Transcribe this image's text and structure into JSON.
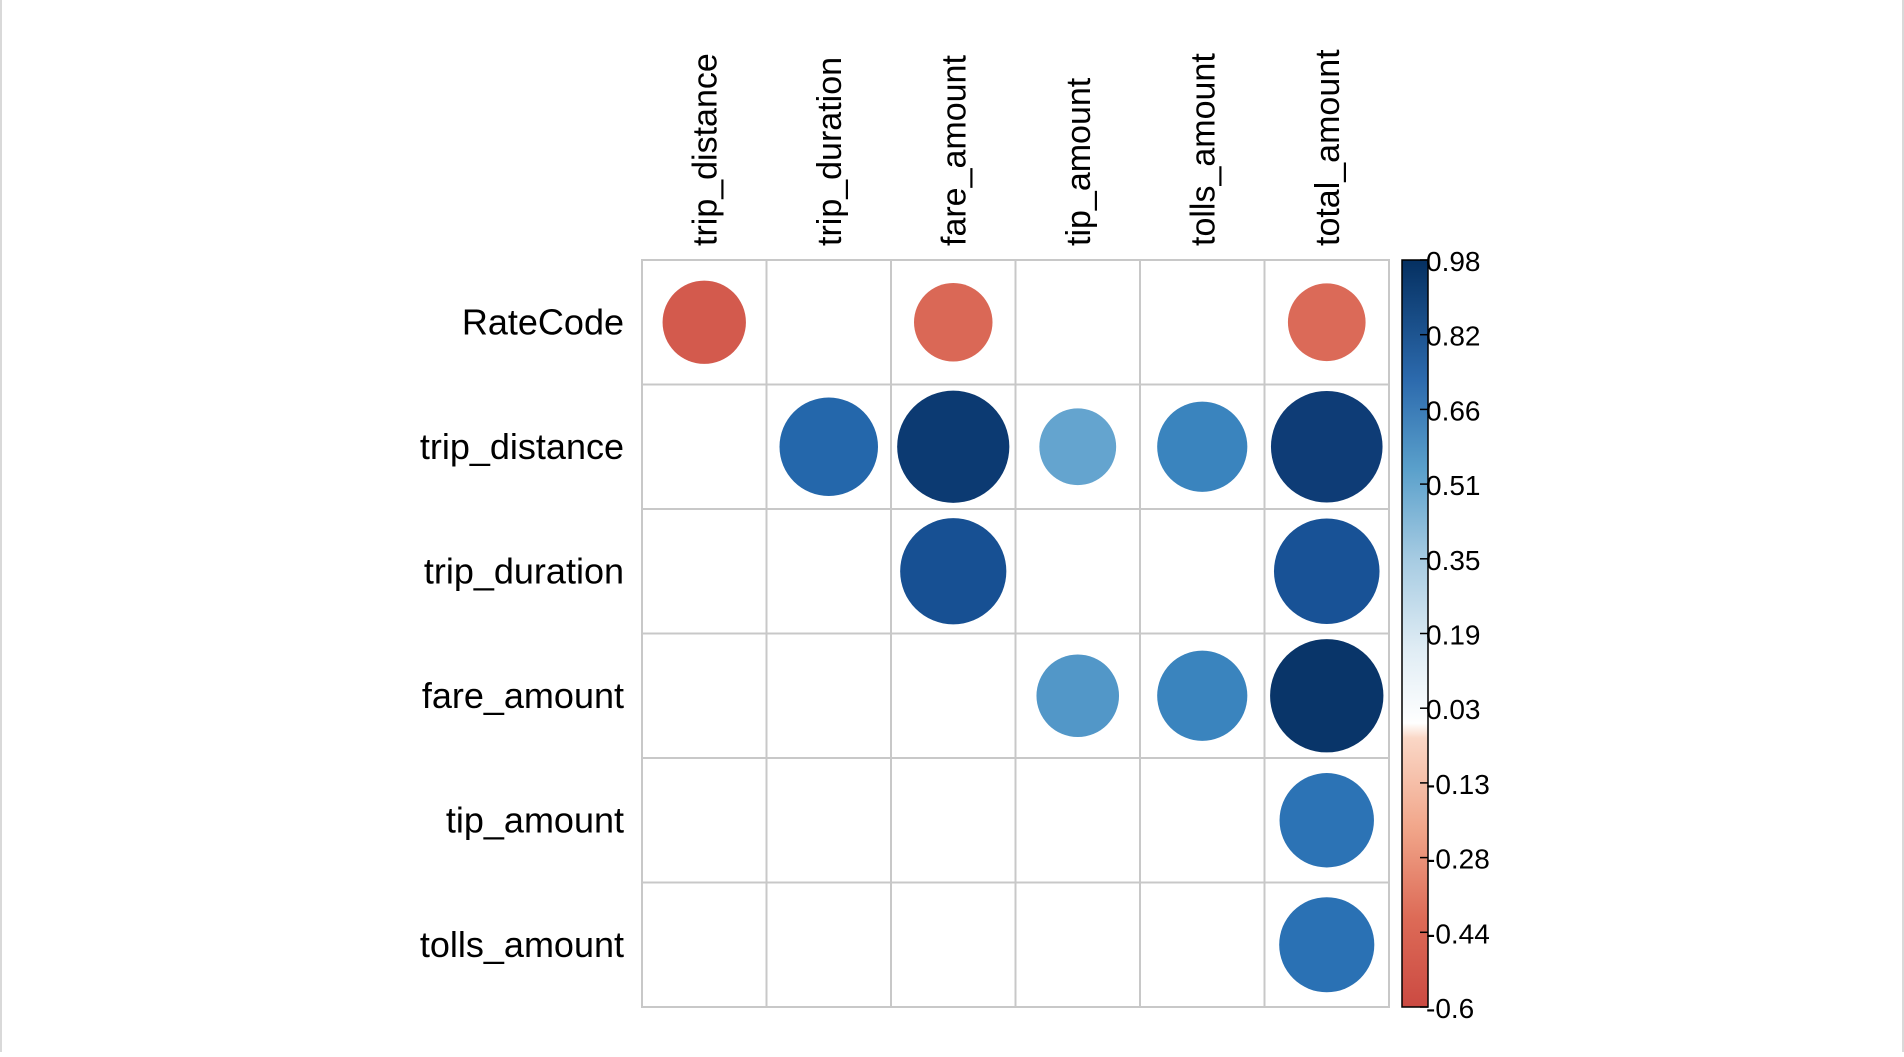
{
  "chart_data": {
    "type": "heatmap",
    "style": "correlation-circles",
    "rows": [
      "RateCode",
      "trip_distance",
      "trip_duration",
      "fare_amount",
      "tip_amount",
      "tolls_amount"
    ],
    "columns": [
      "trip_distance",
      "trip_duration",
      "fare_amount",
      "tip_amount",
      "tolls_amount",
      "total_amount"
    ],
    "values": [
      [
        -0.53,
        null,
        -0.47,
        null,
        null,
        -0.46
      ],
      [
        null,
        0.74,
        0.96,
        0.45,
        0.62,
        0.95
      ],
      [
        null,
        null,
        0.86,
        null,
        null,
        0.85
      ],
      [
        null,
        null,
        null,
        0.52,
        0.62,
        0.98
      ],
      [
        null,
        null,
        null,
        null,
        null,
        0.68
      ],
      [
        null,
        null,
        null,
        null,
        null,
        0.69
      ]
    ],
    "colorbar": {
      "min": -0.6,
      "max": 0.98,
      "tick_labels": [
        "0.98",
        "0.82",
        "0.66",
        "0.51",
        "0.35",
        "0.19",
        "0.03",
        "-0.13",
        "-0.28",
        "-0.44",
        "-0.6"
      ]
    },
    "colors": {
      "negative_end": "#cb4a42",
      "neutral": "#ffffff",
      "positive_end": "#053061",
      "grid": "#c8c8c8"
    }
  }
}
